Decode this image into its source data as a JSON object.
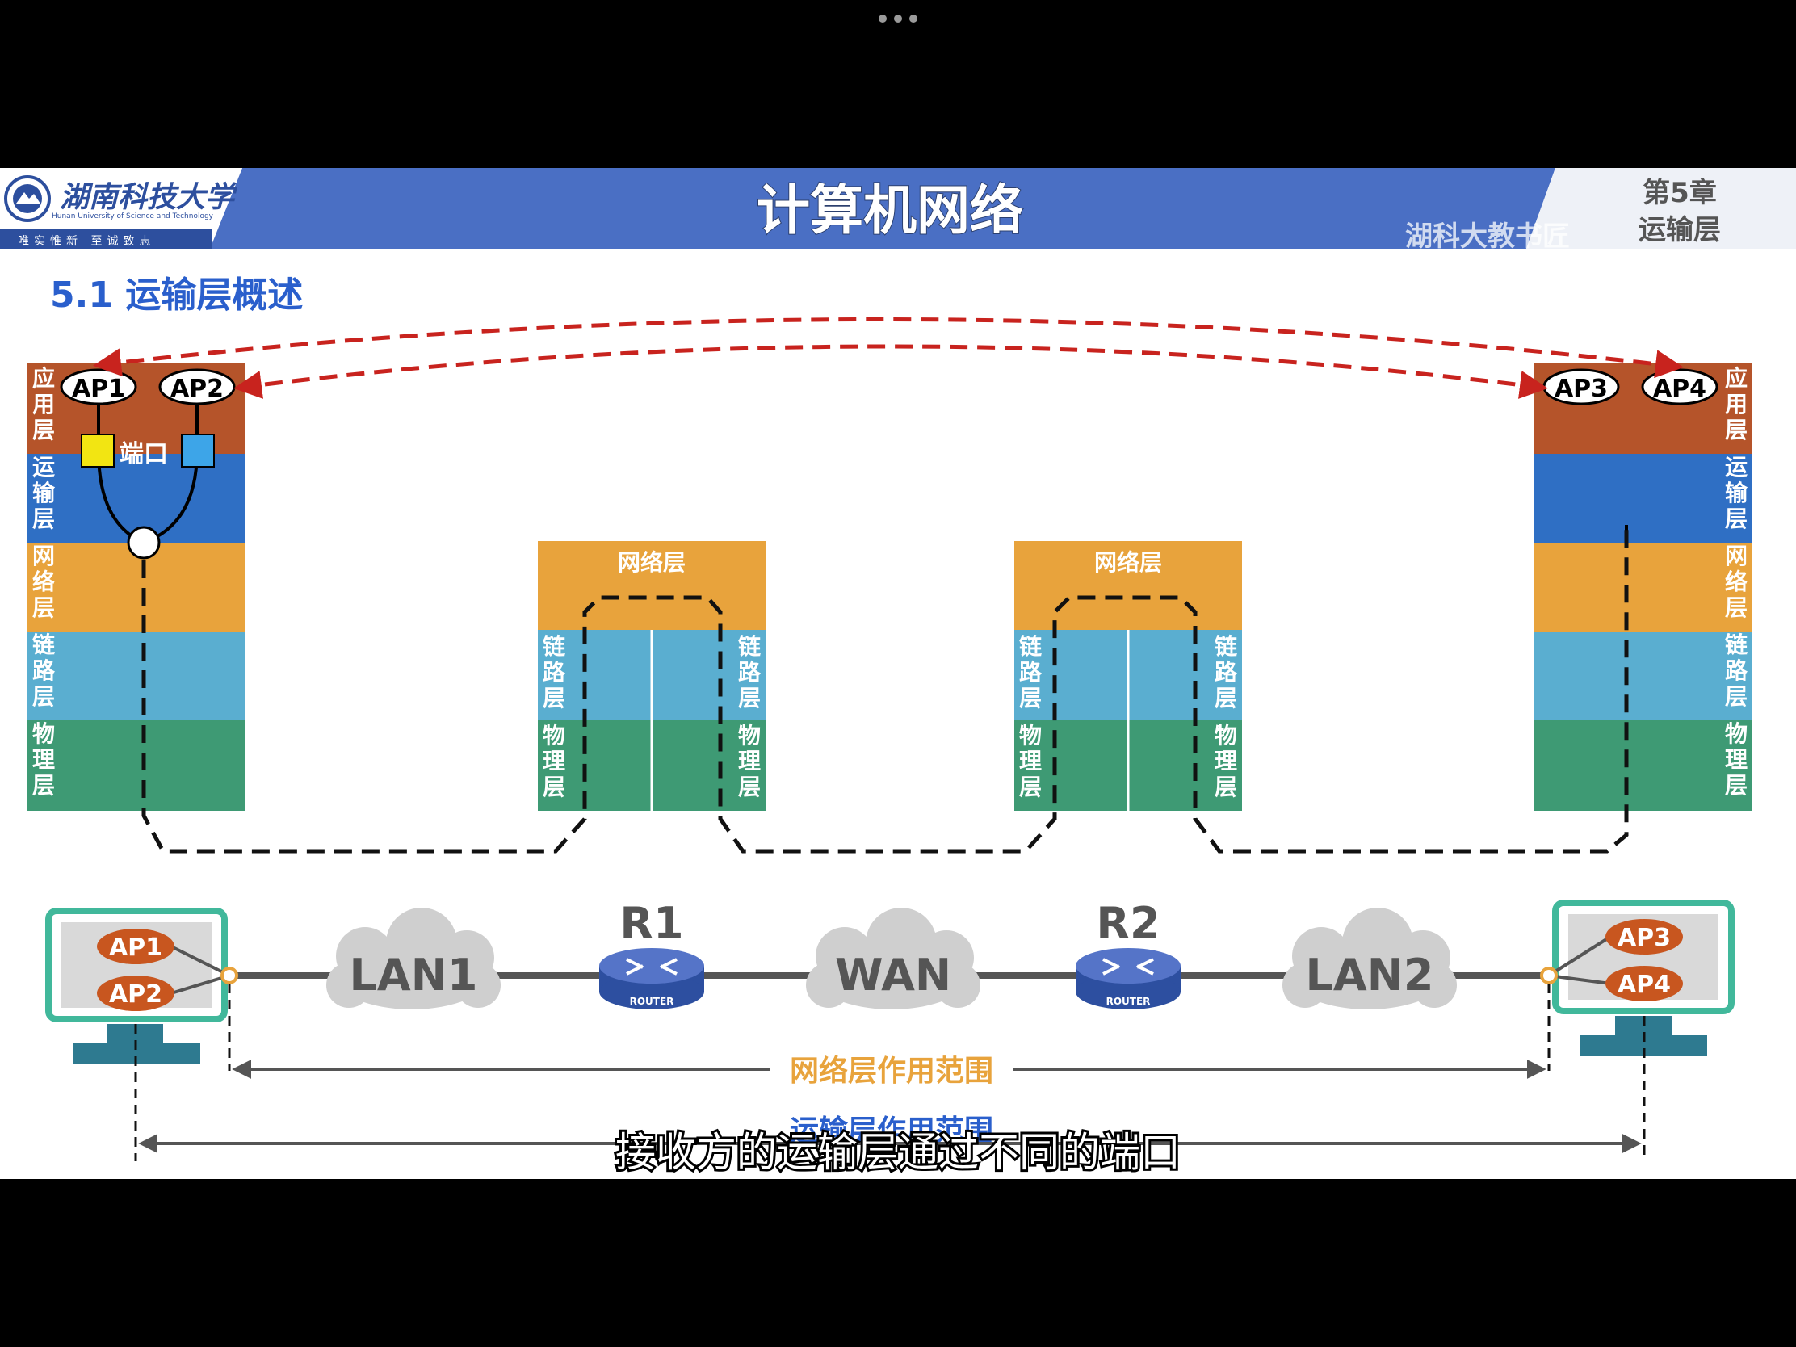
{
  "header": {
    "university_name": "湖南科技大学",
    "university_name_en": "Hunan University of Science and Technology",
    "motto": "唯实惟新 至诚致志",
    "title": "计算机网络",
    "chapter": "第5章",
    "chapter_name": "运输层",
    "watermark": "湖科大教书匠"
  },
  "section_title": "5.1 运输层概述",
  "left_stack": {
    "layers": [
      "应用层",
      "运输层",
      "网络层",
      "链路层",
      "物理层"
    ],
    "processes": [
      "AP1",
      "AP2"
    ],
    "port_label": "端口"
  },
  "right_stack": {
    "layers": [
      "应用层",
      "运输层",
      "网络层",
      "链路层",
      "物理层"
    ],
    "processes": [
      "AP3",
      "AP4"
    ]
  },
  "router_stacks": {
    "network_layer": "网络层",
    "link_layer": "链路层",
    "physical_layer": "物理层"
  },
  "topology": {
    "left_host_processes": [
      "AP1",
      "AP2"
    ],
    "right_host_processes": [
      "AP3",
      "AP4"
    ],
    "clouds": [
      "LAN1",
      "WAN",
      "LAN2"
    ],
    "routers": [
      "R1",
      "R2"
    ],
    "router_badge": "ROUTER"
  },
  "scopes": {
    "network_scope": "网络层作用范围",
    "transport_scope": "运输层作用范围"
  },
  "subtitle": "接收方的运输层通过不同的端口",
  "colors": {
    "header_blue": "#4a6fc4",
    "app_layer": "#b5542a",
    "transport_layer": "#2f6fc4",
    "network_layer": "#e8a33c",
    "link_layer": "#5aaed0",
    "physical_layer": "#3e9a74",
    "host_frame": "#41b89b",
    "ap_oval": "#c8561f",
    "section_blue": "#2a5fcc",
    "dashed_red": "#c8231e",
    "scope_orange": "#e8a33c"
  }
}
